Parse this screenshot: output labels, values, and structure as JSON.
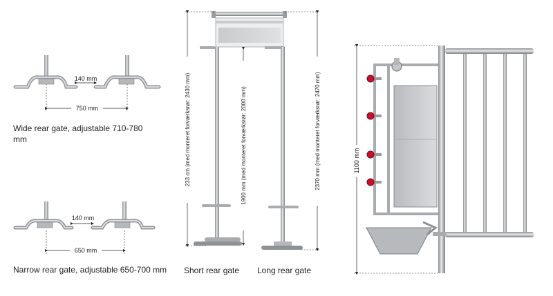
{
  "wide_gate": {
    "gap_label": "140 mm",
    "width_label": "750 mm",
    "caption": "Wide rear gate, adjustable 710-780 mm"
  },
  "narrow_gate": {
    "gap_label": "140 mm",
    "width_label": "650 mm",
    "caption": "Narrow rear gate, adjustable 650-700 mm"
  },
  "short_rear_gate": {
    "caption": "Short rear gate",
    "total_height_label": "233 cm (med monteret forværksrør: 2430 mm)"
  },
  "long_rear_gate": {
    "caption": "Long rear gate",
    "inner_height_label": "1900 mm (med monteret forværksrør: 2000 mm)",
    "total_height_label": "2370 mm (med monteret forværksrør: 2470 mm)"
  },
  "side_view": {
    "height_label": "1100 mm",
    "lamp_color": "#c8102e"
  },
  "colors": {
    "steel_light": "#d4d6d8",
    "steel_mid": "#a9acaf",
    "steel_dark": "#6e7275",
    "dim_line": "#222222"
  }
}
